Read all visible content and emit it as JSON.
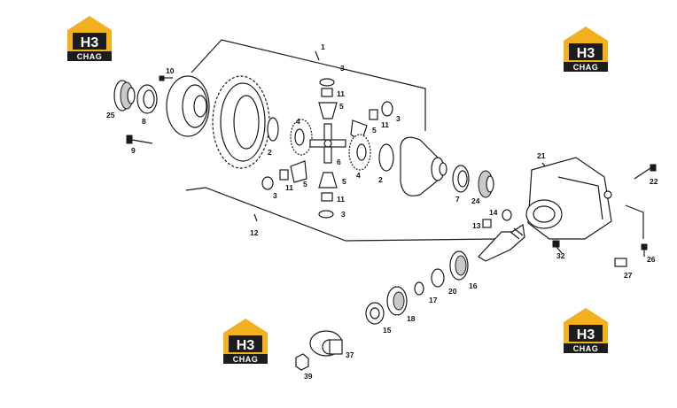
{
  "logo": {
    "letters": "H3",
    "subtitle": "CHAG",
    "color": "#f2b01e",
    "band": "#1c1c1c"
  },
  "callouts": [
    "1",
    "2",
    "3",
    "4",
    "5",
    "6",
    "7",
    "8",
    "9",
    "10",
    "11",
    "12",
    "13",
    "14",
    "15",
    "16",
    "17",
    "18",
    "20",
    "21",
    "22",
    "24",
    "25",
    "26",
    "27",
    "32",
    "37",
    "39"
  ]
}
